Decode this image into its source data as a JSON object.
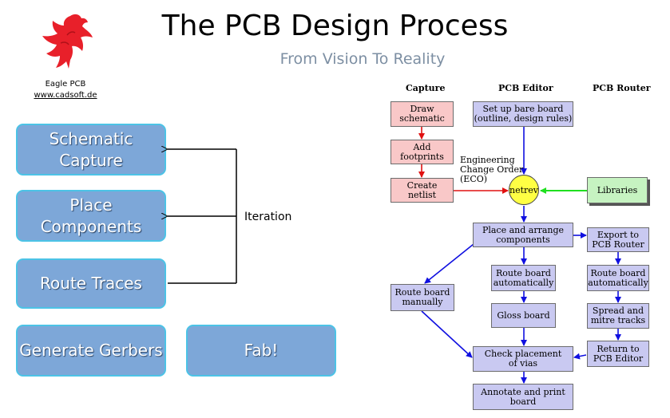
{
  "header": {
    "title": "The PCB Design Process",
    "subtitle": "From Vision To Reality"
  },
  "logo": {
    "icon": "eagle-bird-icon",
    "color": "#e8202a",
    "name": "Eagle PCB",
    "url": "www.cadsoft.de"
  },
  "left_flow": {
    "steps": [
      "Schematic\nCapture",
      "Place\nComponents",
      "Route Traces",
      "Generate Gerbers",
      "Fab!"
    ],
    "iteration_label": "Iteration",
    "box_color": "#7da7d8",
    "border_color": "#4cc3e6"
  },
  "flowchart": {
    "columns": [
      "Capture",
      "PCB Editor",
      "PCB Router"
    ],
    "capture": {
      "draw_schematic": "Draw\nschematic",
      "add_footprints": "Add\nfootprints",
      "create_netlist": "Create\nnetlist"
    },
    "eco_label": "Engineering\nChange Order\n(ECO)",
    "netrev": "netrev",
    "libraries": "Libraries",
    "editor": {
      "setup": "Set up bare board\n(outline, design rules)",
      "place": "Place and arrange\ncomponents",
      "route_auto": "Route board\nautomatically",
      "gloss": "Gloss board",
      "check": "Check placement\nof vias",
      "annotate": "Annotate and print\nboard"
    },
    "manual": "Route board\nmanually",
    "router": {
      "export": "Export to\nPCB Router",
      "route_auto": "Route board\nautomatically",
      "spread": "Spread and\nmitre tracks",
      "return": "Return to\nPCB Editor"
    },
    "colors": {
      "capture_fill": "#f9c8c8",
      "editor_fill": "#c9c9f1",
      "library_fill": "#c6f3c1",
      "netrev_fill": "#ffff44",
      "red_arrow": "#e01010",
      "blue_arrow": "#1010e0",
      "green_arrow": "#20e020"
    }
  }
}
